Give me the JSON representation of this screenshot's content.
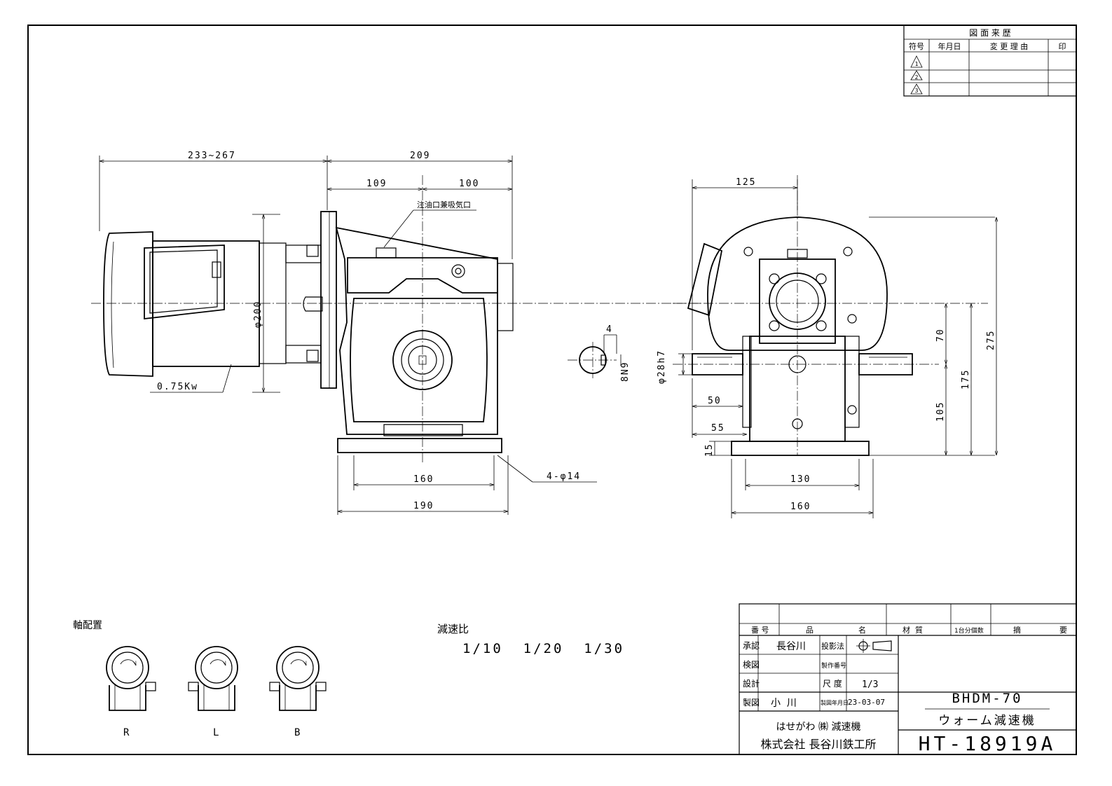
{
  "revision_table": {
    "title": "図 面 来 歴",
    "headers": [
      "符号",
      "年月日",
      "変 更 理 由",
      "印"
    ],
    "marks": [
      "1",
      "2",
      "3"
    ]
  },
  "dimensions": {
    "motor_length": "233~267",
    "flange_to_end": "209",
    "flange_to_center": "109",
    "center_to_end": "100",
    "motor_diameter": "φ200",
    "motor_power": "0.75Kw",
    "base_inner": "160",
    "base_outer": "190",
    "holes": "4-φ14",
    "key_width": "4",
    "keyway": "8N9",
    "shaft_diameter": "φ28h7",
    "side_width": "125",
    "shaft_len_50": "50",
    "shaft_len_55": "55",
    "base_thickness": "15",
    "side_base_inner": "130",
    "side_base_outer": "160",
    "h70": "70",
    "h105": "105",
    "h175": "175",
    "h275": "275"
  },
  "labels": {
    "oil_port": "注油口兼吸気口",
    "shaft_arrangement": "軸配置",
    "reduction_ratio_label": "減速比",
    "reduction_ratios": "1/10  1/20  1/30",
    "arr_r": "R",
    "arr_l": "L",
    "arr_b": "B"
  },
  "title_block": {
    "headers": [
      "番 号",
      "品",
      "名",
      "材  質",
      "1台分個数",
      "摘",
      "要"
    ],
    "approve_label": "承認",
    "approve_name": "長谷川",
    "projection_label": "投影法",
    "check_label": "検図",
    "serial_label": "製作番号",
    "design_label": "設計",
    "scale_label": "尺 度",
    "scale_value": "1/3",
    "drawn_label": "製図",
    "drawn_name": "小  川",
    "date_label": "製図年月日",
    "date_value": "23-03-07",
    "model": "BHDM-70",
    "product": "ウォーム減速機",
    "brand": "はせがわ ㈱ 減速機",
    "company": "株式会社 長谷川鉄工所",
    "drawing_number": "HT-18919A"
  }
}
